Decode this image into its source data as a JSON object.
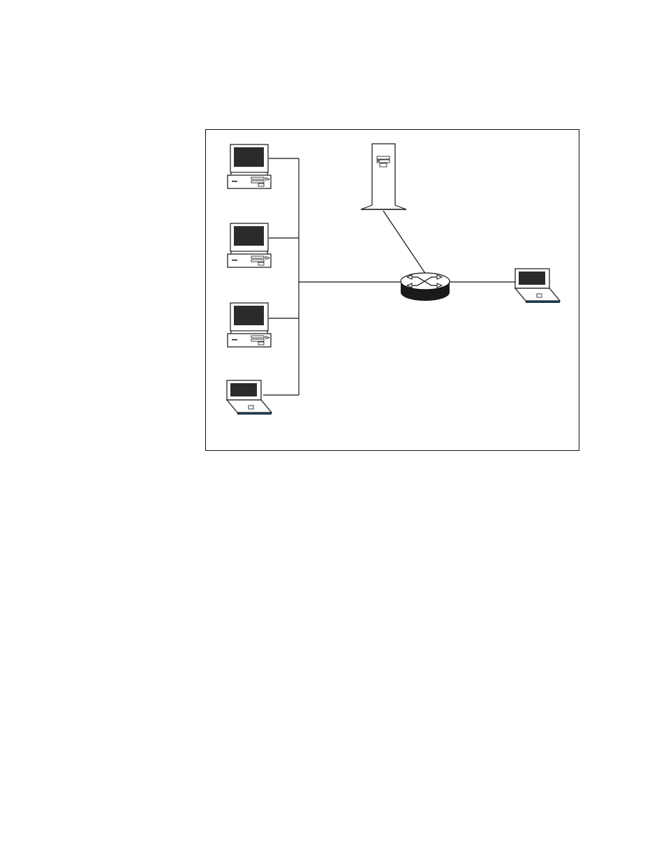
{
  "diagram": {
    "nodes": [
      {
        "id": "desktop-1",
        "kind": "desktop-computer",
        "icon": "desktop-computer-icon"
      },
      {
        "id": "desktop-2",
        "kind": "desktop-computer",
        "icon": "desktop-computer-icon"
      },
      {
        "id": "desktop-3",
        "kind": "desktop-computer",
        "icon": "desktop-computer-icon"
      },
      {
        "id": "laptop-1",
        "kind": "laptop",
        "icon": "laptop-icon"
      },
      {
        "id": "server",
        "kind": "tower-server",
        "icon": "server-icon"
      },
      {
        "id": "router",
        "kind": "router",
        "icon": "router-icon"
      },
      {
        "id": "laptop-2",
        "kind": "laptop",
        "icon": "laptop-icon"
      }
    ],
    "edges": [
      {
        "from": "desktop-1",
        "to": "bus"
      },
      {
        "from": "desktop-2",
        "to": "bus"
      },
      {
        "from": "desktop-3",
        "to": "bus"
      },
      {
        "from": "laptop-1",
        "to": "bus"
      },
      {
        "from": "bus",
        "to": "router"
      },
      {
        "from": "server",
        "to": "router"
      },
      {
        "from": "router",
        "to": "laptop-2"
      }
    ],
    "colors": {
      "line": "#111111",
      "screen": "#2b2b2b",
      "laptop_base": "#1f3a4d"
    }
  }
}
